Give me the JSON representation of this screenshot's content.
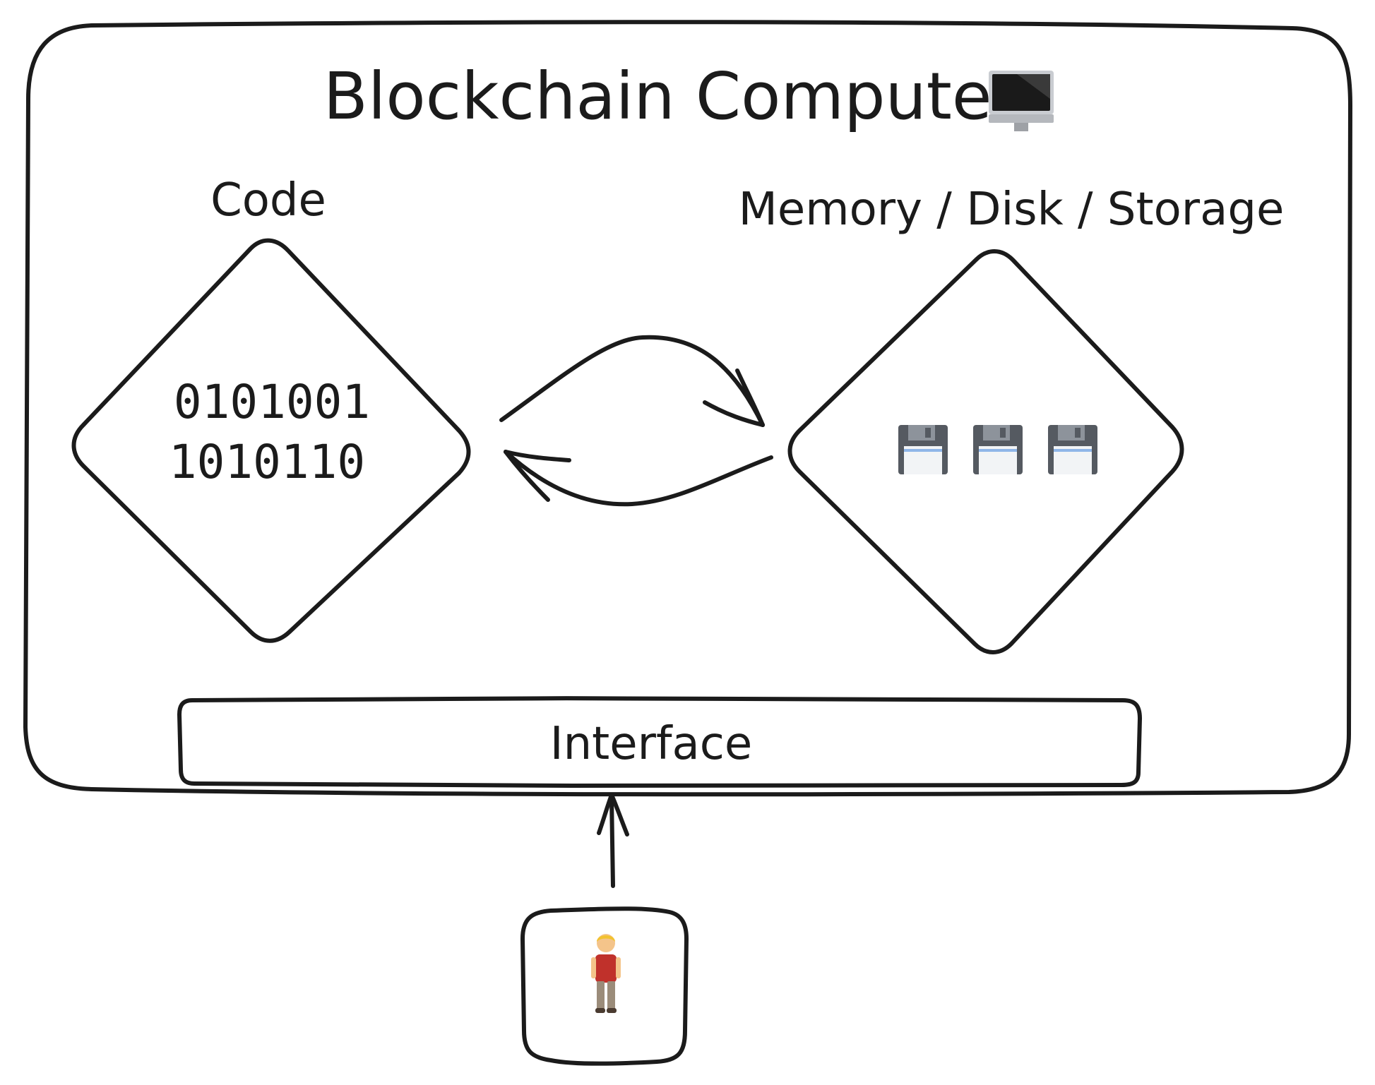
{
  "title": "Blockchain Computer",
  "icons": {
    "title": "desktop-computer-icon",
    "storage": "floppy-disk-icon",
    "user": "person-standing-icon"
  },
  "code": {
    "label": "Code",
    "binary": [
      "0101001",
      "1010110"
    ]
  },
  "storage": {
    "label": "Memory / Disk / Storage",
    "disk_count": 3
  },
  "interface": {
    "label": "Interface"
  },
  "colors": {
    "stroke": "#1b1b1b",
    "floppy_body": "#555a61",
    "floppy_label": "#f2f4f6",
    "floppy_stripe": "#8fb6e8",
    "person_shirt": "#c0312b",
    "person_hair": "#f2c230",
    "person_pants": "#9b8c7a",
    "monitor_screen": "#1a1a1a"
  }
}
